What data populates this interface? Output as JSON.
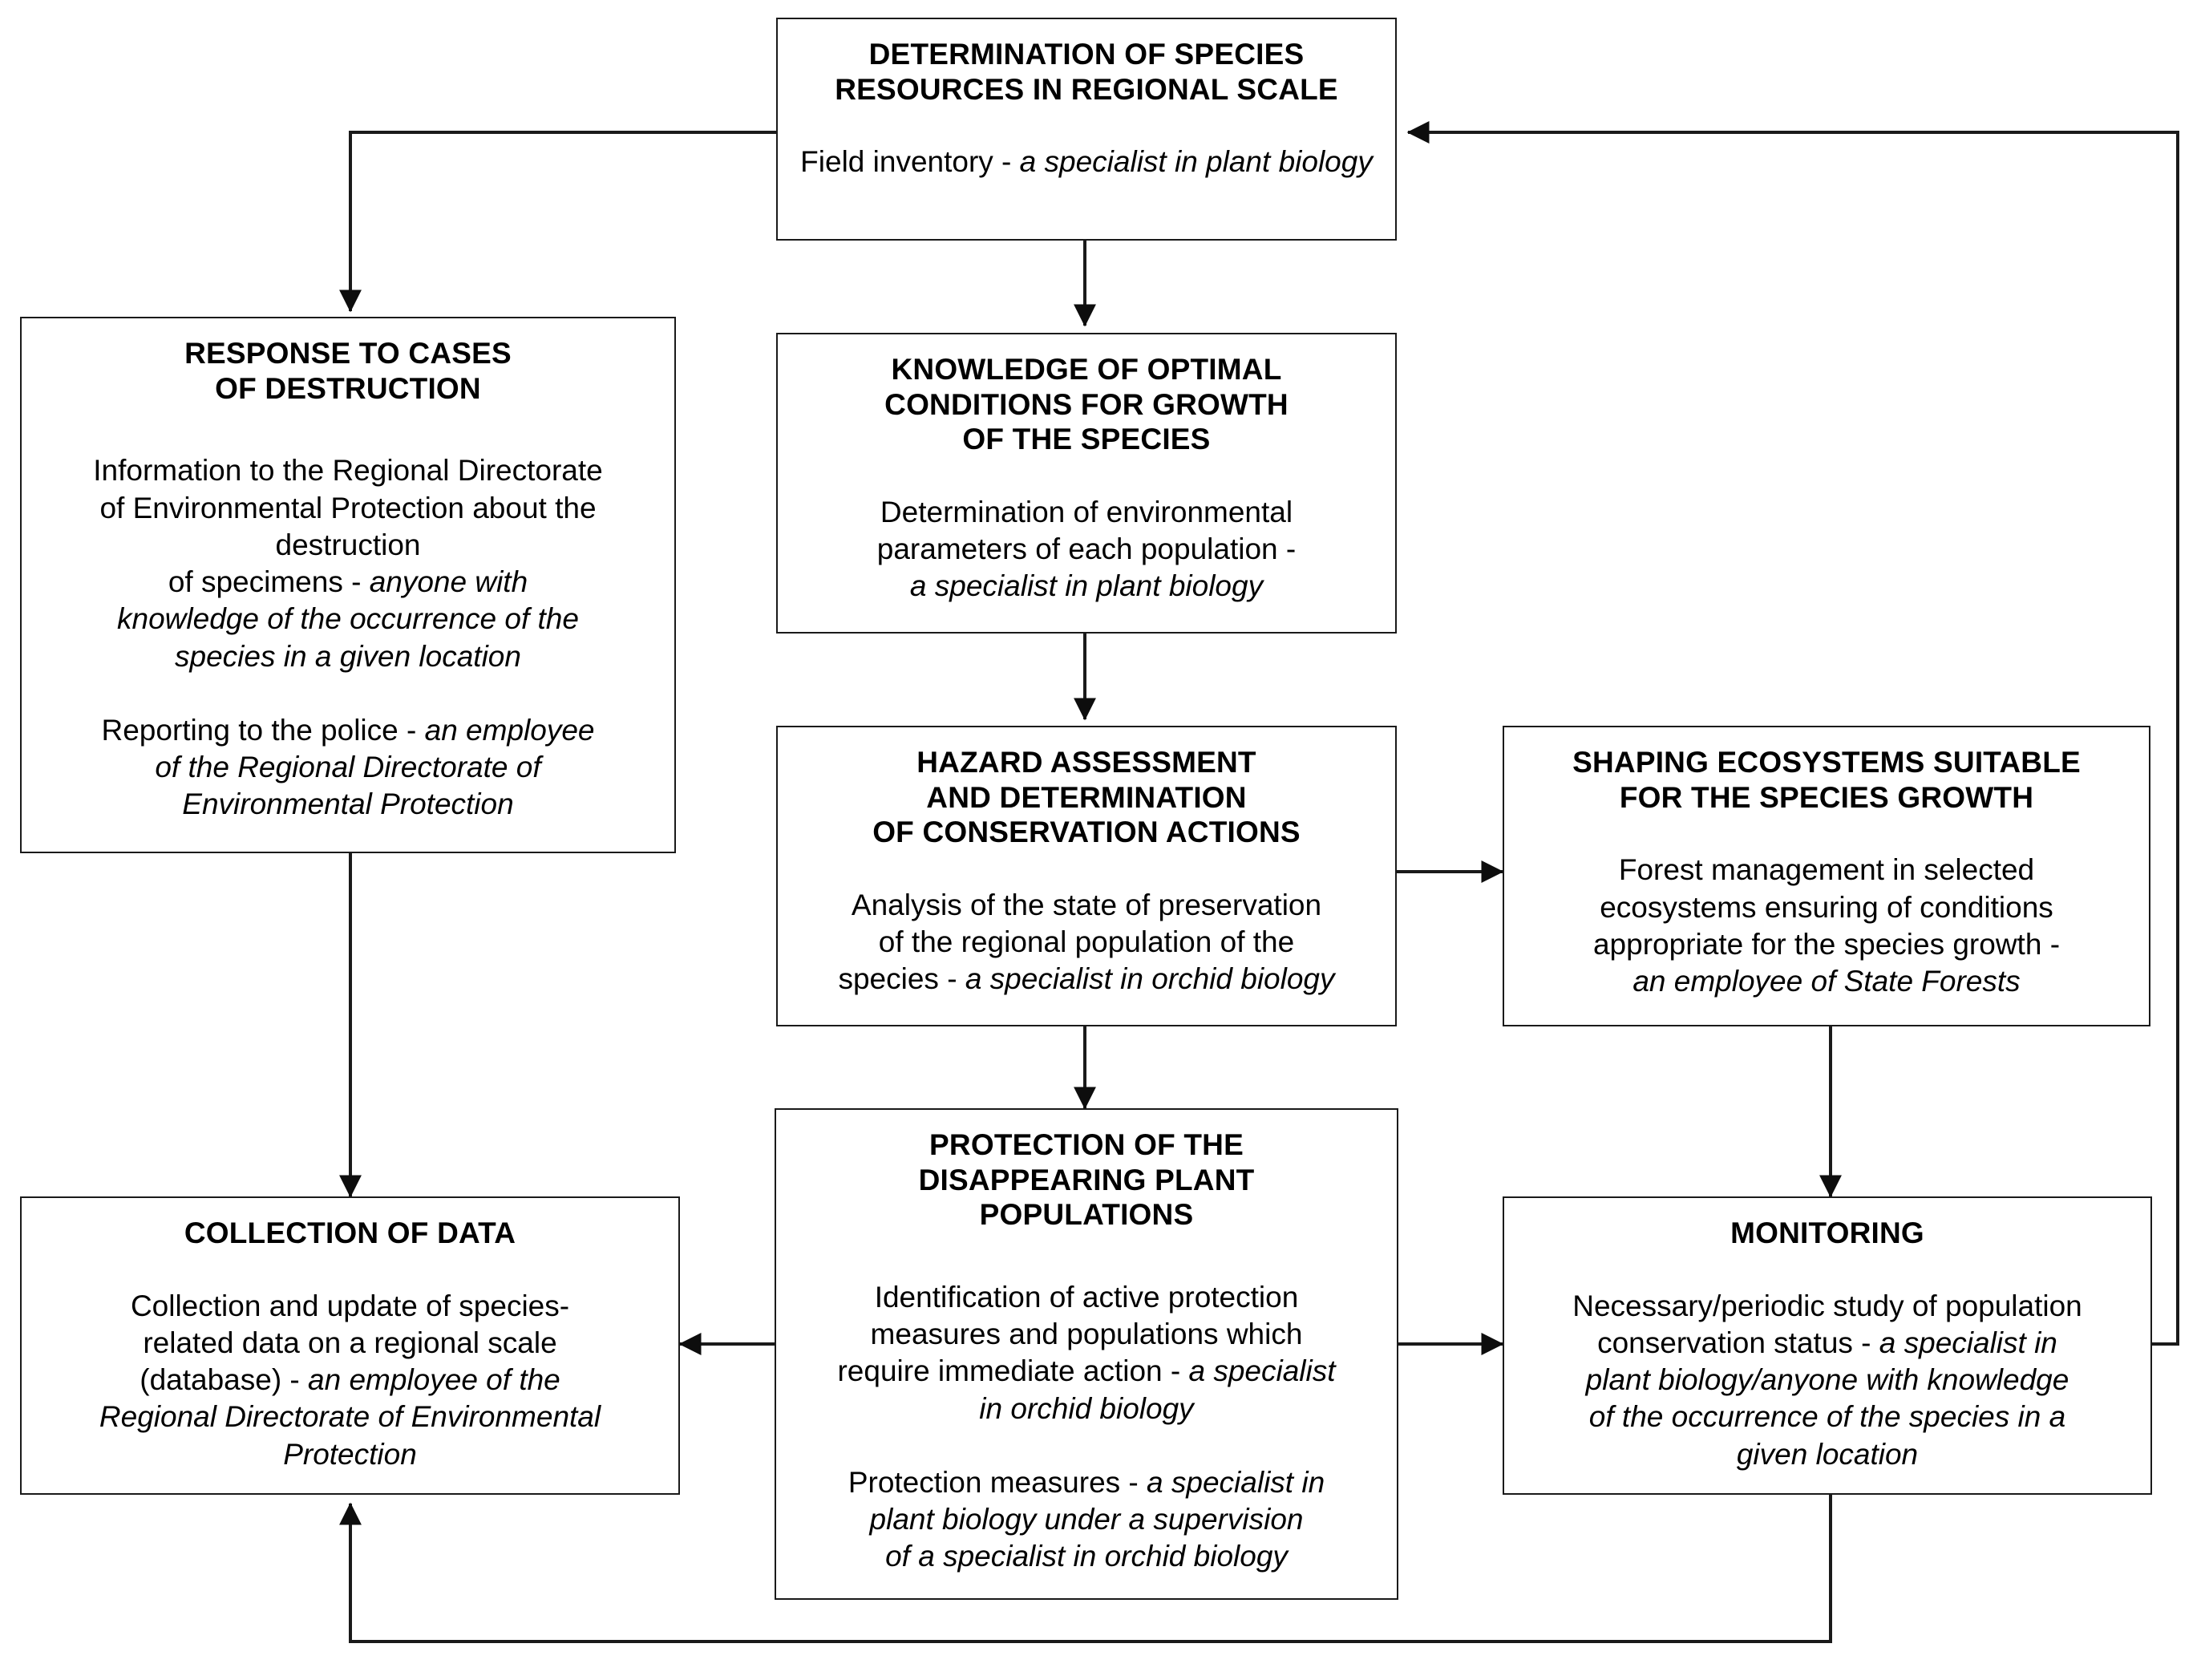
{
  "diagram": {
    "title_hidden": "",
    "nodes": {
      "determination": {
        "title": "DETERMINATION OF SPECIES\nRESOURCES IN REGIONAL SCALE",
        "body_plain": "Field inventory - ",
        "body_italic": "a specialist in plant biology"
      },
      "response": {
        "title": "RESPONSE TO CASES\nOF  DESTRUCTION",
        "p1_plain": "Information to the Regional Directorate\nof Environmental Protection about the\ndestruction\nof specimens - ",
        "p1_italic": "anyone with\nknowledge of the occurrence of the\nspecies in a given location",
        "p2_plain": "Reporting to the police - ",
        "p2_italic": "an employee\nof the Regional Directorate of\nEnvironmental Protection"
      },
      "knowledge": {
        "title": "KNOWLEDGE OF OPTIMAL\nCONDITIONS FOR GROWTH\nOF THE SPECIES",
        "body_plain": "Determination of environmental\nparameters of each population -\n",
        "body_italic": "a specialist in plant biology"
      },
      "hazard": {
        "title": "HAZARD ASSESSMENT\nAND DETERMINATION\nOF CONSERVATION ACTIONS",
        "body_plain": "Analysis of the state of preservation\nof the regional population of the\nspecies - ",
        "body_italic": "a specialist in orchid biology"
      },
      "shaping": {
        "title": "SHAPING ECOSYSTEMS SUITABLE\nFOR THE SPECIES GROWTH",
        "body_plain": "Forest management in selected\necosystems ensuring of conditions\nappropriate for the species growth -\n",
        "body_italic": "an employee of State Forests"
      },
      "protection": {
        "title": "PROTECTION OF THE\nDISAPPEARING PLANT\nPOPULATIONS",
        "p1_plain": "Identification of active protection\nmeasures and populations which\nrequire immediate action - ",
        "p1_italic": "a specialist\nin orchid biology",
        "p2_plain": "Protection measures - ",
        "p2_italic": "a specialist in\nplant biology under a supervision\nof a specialist in orchid biology"
      },
      "monitoring": {
        "title": "MONITORING",
        "body_plain": "Necessary/periodic study of population\nconservation status - ",
        "body_italic": "a specialist in\nplant biology/anyone with knowledge\nof the occurrence of the species in a\ngiven location"
      },
      "collection": {
        "title": "COLLECTION OF DATA",
        "body_plain": "Collection and update of species-\nrelated data on a regional scale\n(database) - ",
        "body_italic": "an employee of the\nRegional Directorate of Environmental\nProtection"
      }
    },
    "edges": [
      {
        "name": "determination-to-response",
        "from": "determination",
        "to": "response"
      },
      {
        "name": "determination-to-knowledge",
        "from": "determination",
        "to": "knowledge"
      },
      {
        "name": "knowledge-to-hazard",
        "from": "knowledge",
        "to": "hazard"
      },
      {
        "name": "hazard-to-shaping",
        "from": "hazard",
        "to": "shaping"
      },
      {
        "name": "hazard-to-protection",
        "from": "hazard",
        "to": "protection"
      },
      {
        "name": "shaping-to-monitoring",
        "from": "shaping",
        "to": "monitoring"
      },
      {
        "name": "protection-to-collection",
        "from": "protection",
        "to": "collection"
      },
      {
        "name": "protection-to-monitoring",
        "from": "protection",
        "to": "monitoring"
      },
      {
        "name": "response-to-collection",
        "from": "response",
        "to": "collection"
      },
      {
        "name": "monitoring-to-determination",
        "from": "monitoring",
        "to": "determination"
      },
      {
        "name": "monitoring-to-collection",
        "from": "monitoring",
        "to": "collection"
      }
    ],
    "colors": {
      "line": "#1a1a1a",
      "box_border": "#1a1a1a",
      "background": "#ffffff",
      "text": "#000000"
    }
  }
}
